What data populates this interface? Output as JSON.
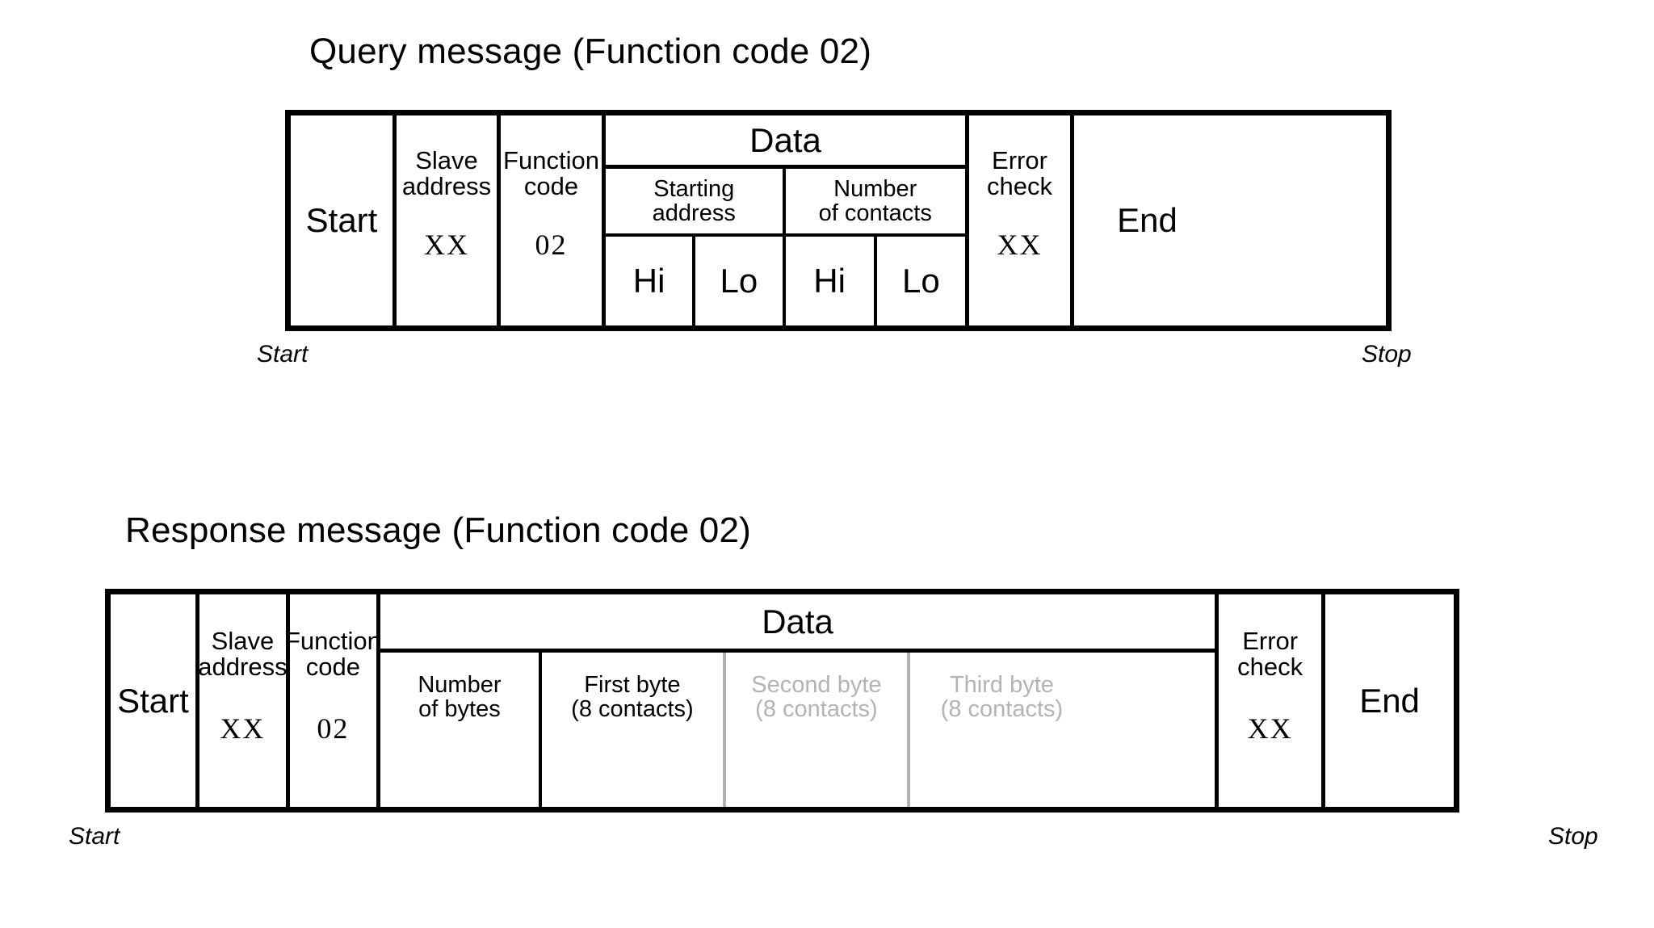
{
  "page": {
    "background_color": "#ffffff",
    "ink_color": "#000000",
    "dim_color": "#b3b3b3"
  },
  "query": {
    "title": "Query message (Function code 02)",
    "start_caption": "Start",
    "stop_caption": "Stop",
    "cells": {
      "start": "Start",
      "slave_address_label": "Slave\naddress",
      "slave_address_value": "XX",
      "function_code_label": "Function\ncode",
      "function_code_value": "02",
      "data_label": "Data",
      "starting_address_label": "Starting\naddress",
      "number_of_contacts_label": "Number\nof contacts",
      "starting_address_hi": "Hi",
      "starting_address_lo": "Lo",
      "number_of_contacts_hi": "Hi",
      "number_of_contacts_lo": "Lo",
      "error_check_label": "Error\ncheck",
      "error_check_value": "XX",
      "end": "End"
    }
  },
  "response": {
    "title": "Response message (Function code 02)",
    "start_caption": "Start",
    "stop_caption": "Stop",
    "cells": {
      "start": "Start",
      "slave_address_label": "Slave\naddress",
      "slave_address_value": "XX",
      "function_code_label": "Function\ncode",
      "function_code_value": "02",
      "data_label": "Data",
      "number_of_bytes_label": "Number\nof bytes",
      "first_byte_label": "First byte\n(8 contacts)",
      "second_byte_label": "Second byte\n(8 contacts)",
      "third_byte_label": "Third byte\n(8 contacts)",
      "error_check_label": "Error\ncheck",
      "error_check_value": "XX",
      "end": "End"
    }
  }
}
